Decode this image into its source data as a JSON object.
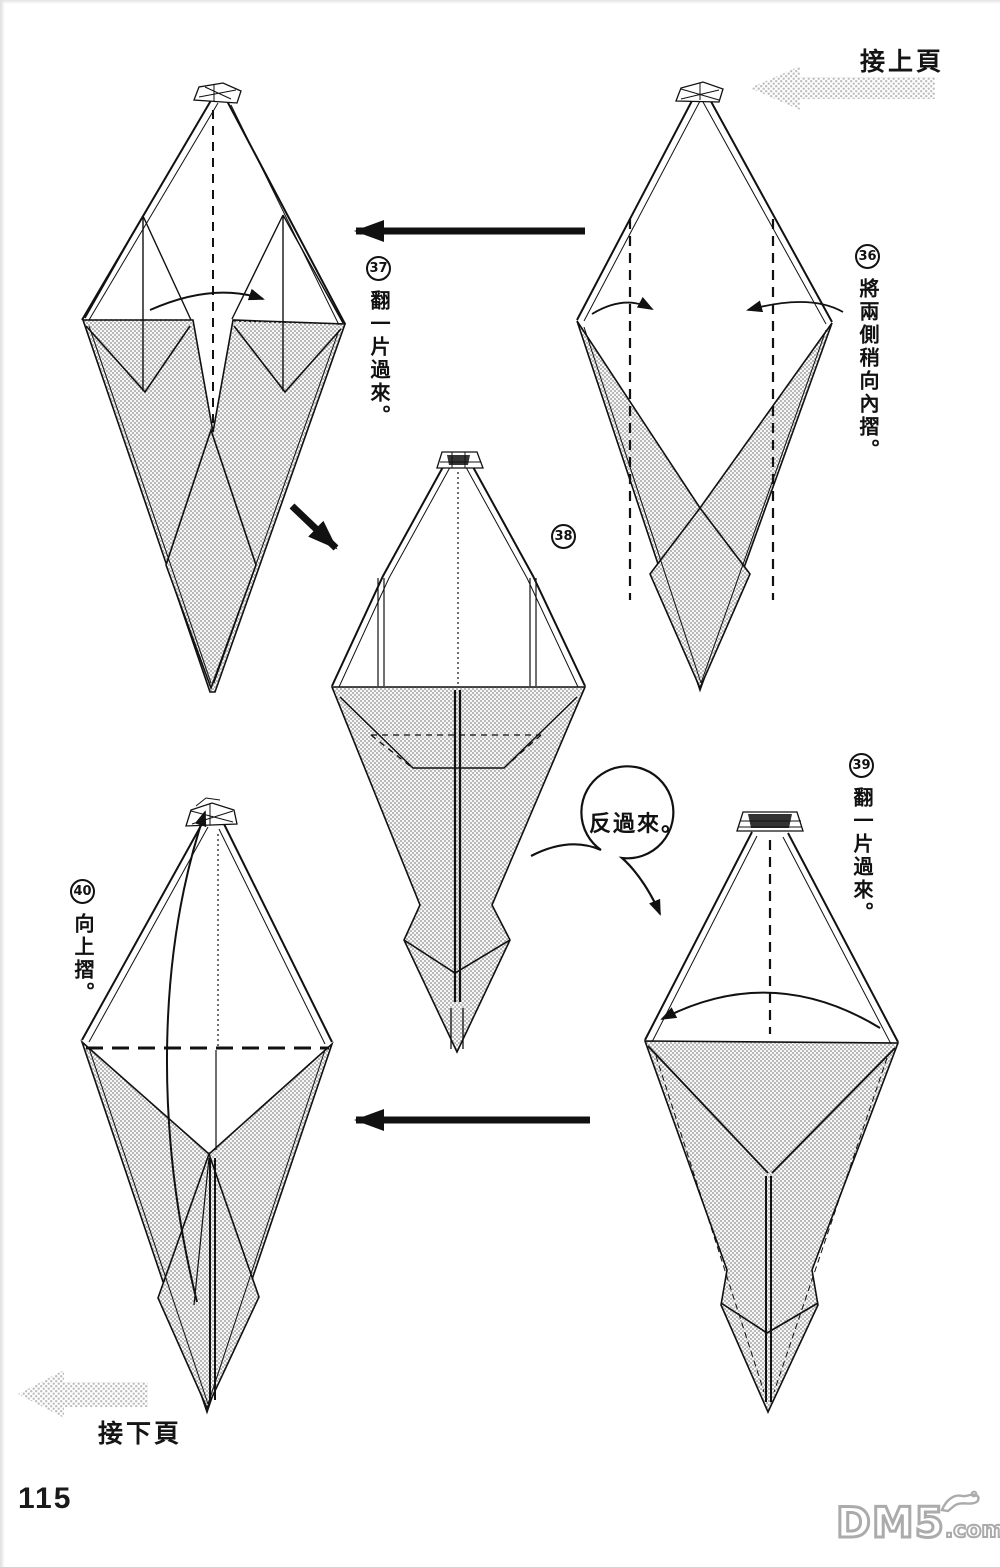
{
  "page": {
    "number": "115",
    "watermark_main": "DM5",
    "watermark_suffix": ".com",
    "prev_page_label": "接上頁",
    "next_page_label": "接下頁"
  },
  "annotations": {
    "turn_over": "反過來。"
  },
  "steps": [
    {
      "num": "36",
      "label": "將兩側稍向內摺。"
    },
    {
      "num": "37",
      "label": "翻一片過來。"
    },
    {
      "num": "38",
      "label": ""
    },
    {
      "num": "39",
      "label": "翻一片過來。"
    },
    {
      "num": "40",
      "label": "向上摺。"
    }
  ],
  "icons": {
    "prev_page_arrow": "gray-halftone-arrow-left",
    "next_page_arrow": "gray-halftone-arrow-left",
    "step_transition_arrow": "solid-black-arrow",
    "turn_over_arrow": "clockwise-loop-arrow",
    "fold_arrow": "thin-curved-arrow"
  },
  "colors": {
    "line": "#111111",
    "hatch": "#bdbdbd",
    "nav_arrow": "#c6c6c6",
    "watermark": "#ababab",
    "background": "#ffffff"
  }
}
